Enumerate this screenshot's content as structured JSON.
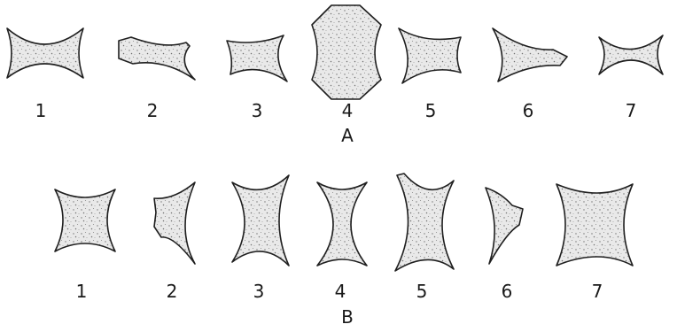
{
  "figure": {
    "row_a": {
      "label": "A",
      "shapes": [
        {
          "number": "1"
        },
        {
          "number": "2"
        },
        {
          "number": "3"
        },
        {
          "number": "4"
        },
        {
          "number": "5"
        },
        {
          "number": "6"
        },
        {
          "number": "7"
        }
      ]
    },
    "row_b": {
      "label": "B",
      "shapes": [
        {
          "number": "1"
        },
        {
          "number": "2"
        },
        {
          "number": "3"
        },
        {
          "number": "4"
        },
        {
          "number": "5"
        },
        {
          "number": "6"
        },
        {
          "number": "7"
        }
      ]
    },
    "colors": {
      "ink": "#1f1f1f",
      "fill": "#e9e9e9"
    }
  }
}
